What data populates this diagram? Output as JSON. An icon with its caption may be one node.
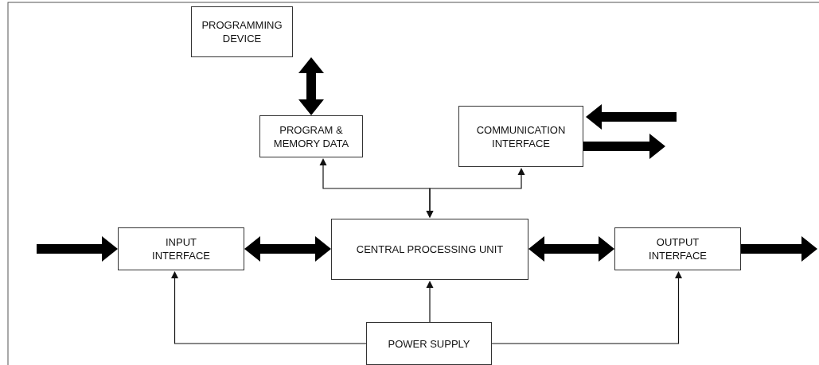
{
  "diagram": {
    "nodes": [
      {
        "text": [
          "PROGRAMMING DEVICE"
        ]
      },
      {
        "text": [
          "PROGRAM & MEMORY DATA"
        ]
      },
      {
        "text": [
          "COMMUNICATION INTERFACE"
        ]
      },
      {
        "text": [
          "INPUT INTERFACE"
        ]
      },
      {
        "text": [
          "CENTRAL PROCESSING UNIT"
        ]
      },
      {
        "text": [
          "OUTPUT INTERFACE"
        ]
      },
      {
        "text": [
          "POWER SUPPLY"
        ]
      }
    ],
    "edges": [
      {
        "from": 0,
        "to": 1,
        "arrow": "both"
      },
      {
        "from": 4,
        "to": 1,
        "arrow": "both"
      },
      {
        "from": 4,
        "to": 2,
        "arrow": "both"
      },
      {
        "from": 3,
        "to": 4,
        "arrow": "both"
      },
      {
        "from": 4,
        "to": 5,
        "arrow": "both"
      },
      {
        "from": null,
        "to": 3,
        "arrow": "to"
      },
      {
        "from": 5,
        "to": null,
        "arrow": "to"
      },
      {
        "from": null,
        "to": 2,
        "arrow": "to"
      },
      {
        "from": 2,
        "to": null,
        "arrow": "to"
      },
      {
        "from": 6,
        "to": 3,
        "arrow": "to"
      },
      {
        "from": 6,
        "to": 4,
        "arrow": "to"
      },
      {
        "from": 6,
        "to": 5,
        "arrow": "to"
      }
    ]
  }
}
